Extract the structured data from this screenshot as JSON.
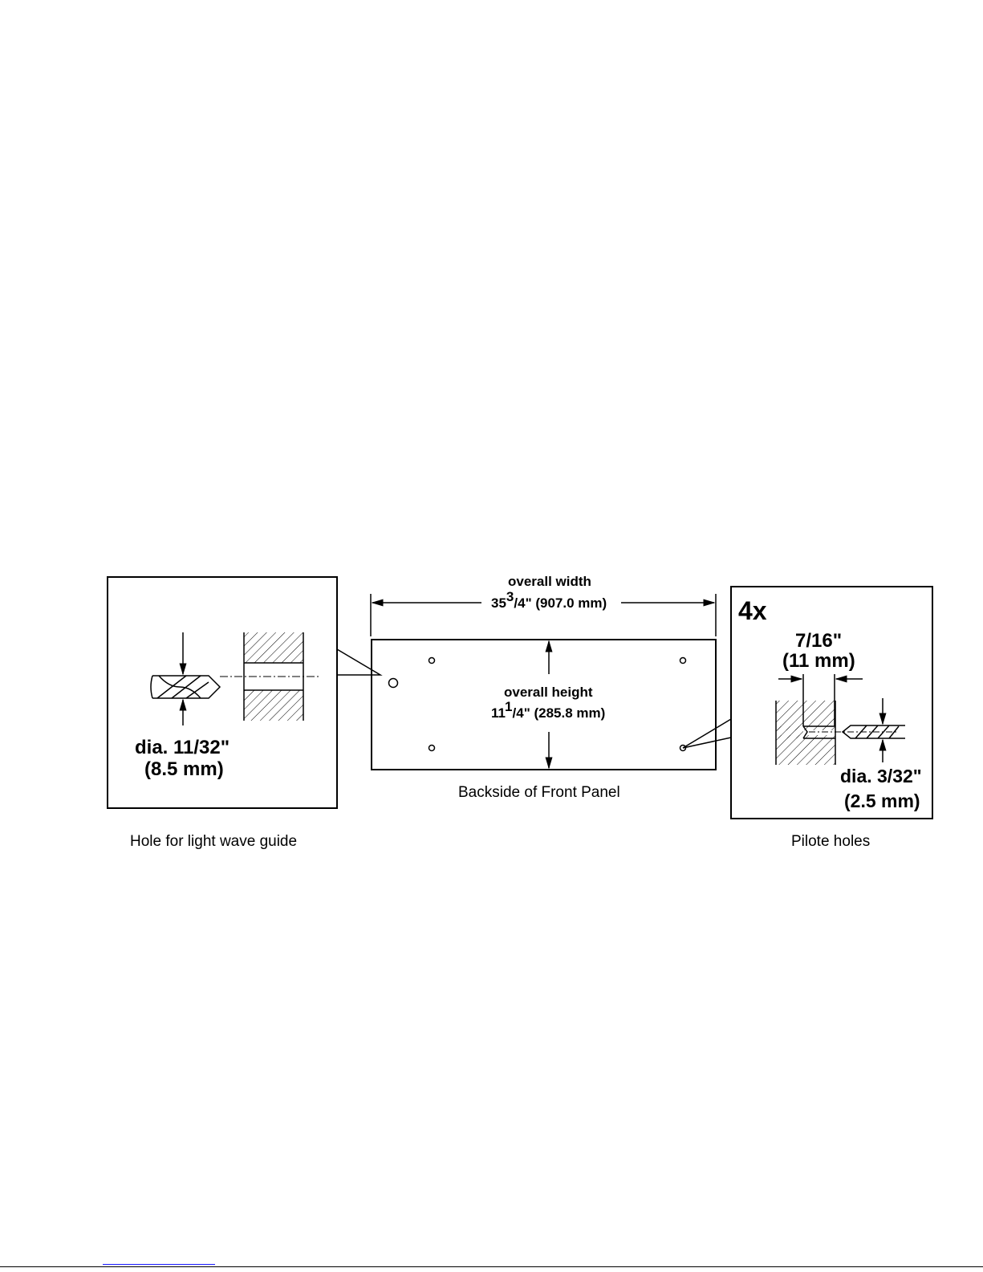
{
  "detail_left": {
    "label": "Hole for light wave guide",
    "dia_inch": "dia. 11/32\"",
    "dia_mm": "(8.5 mm)"
  },
  "panel": {
    "caption": "Backside of Front Panel",
    "width_label": "overall width",
    "width_whole": "35",
    "width_frac_sup": "3",
    "width_rest": "/4\" (907.0 mm)",
    "height_label": "overall height",
    "height_whole": "11",
    "height_frac_sup": "1",
    "height_rest": "/4\" (285.8 mm)"
  },
  "detail_right": {
    "label": "Pilote holes",
    "count": "4x",
    "depth_inch": "7/16\"",
    "depth_mm": "(11 mm)",
    "dia_inch": "dia. 3/32\"",
    "dia_mm": "(2.5 mm)"
  }
}
